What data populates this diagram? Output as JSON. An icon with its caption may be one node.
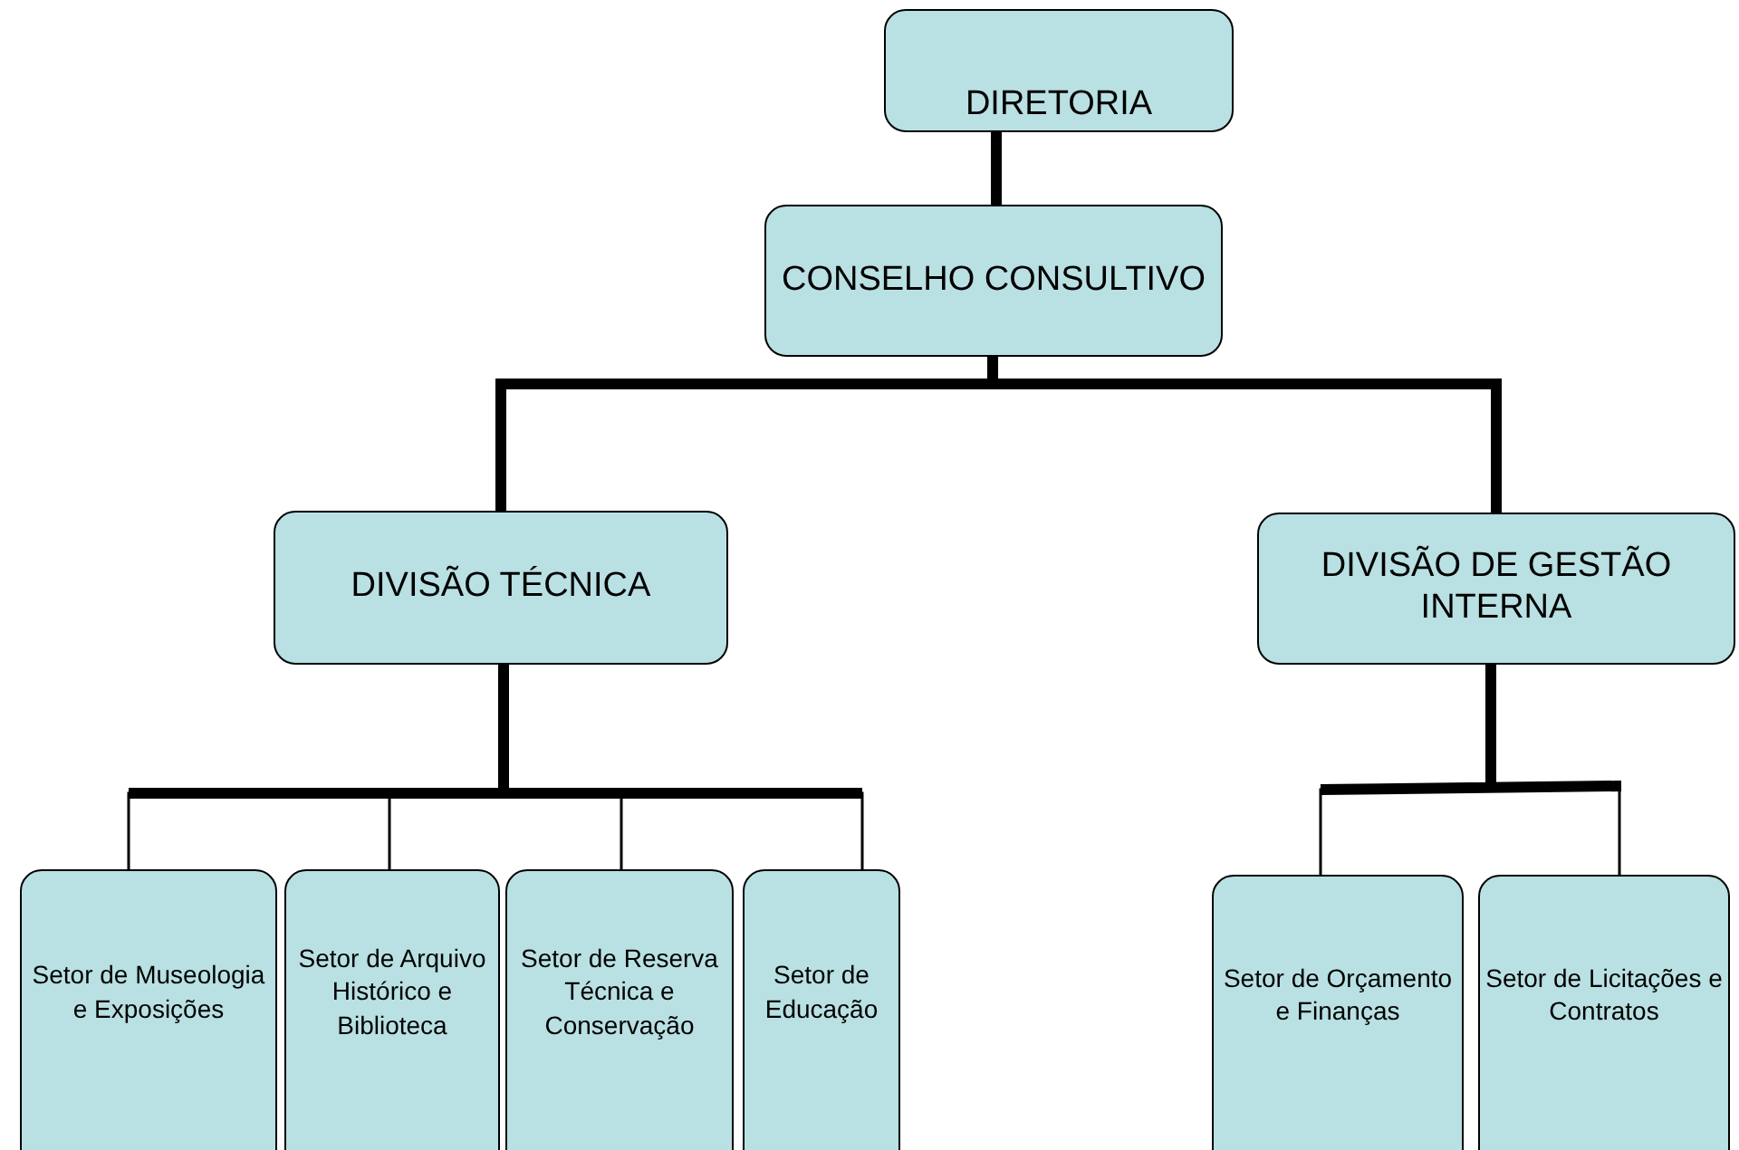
{
  "diagram": {
    "nodes": [
      {
        "text": [
          "DIRETORIA"
        ]
      },
      {
        "text": [
          "CONSELHO CONSULTIVO"
        ]
      },
      {
        "text": [
          "DIVISÃO TÉCNICA"
        ]
      },
      {
        "text": [
          "DIVISÃO DE GESTÃO INTERNA"
        ]
      },
      {
        "text": [
          "Setor de Museologia e Exposições"
        ]
      },
      {
        "text": [
          "Setor de Arquivo Histórico e Biblioteca"
        ]
      },
      {
        "text": [
          "Setor de Reserva Técnica e Conservação"
        ]
      },
      {
        "text": [
          "Setor de Educação"
        ]
      },
      {
        "text": [
          "Setor de Orçamento e Finanças"
        ]
      },
      {
        "text": [
          "Setor de Licitações e Contratos"
        ]
      }
    ],
    "edges": [
      {
        "from": 0,
        "to": 1,
        "arrow": "none",
        "style": "thick"
      },
      {
        "from": 1,
        "to": 2,
        "arrow": "none",
        "style": "thick"
      },
      {
        "from": 1,
        "to": 3,
        "arrow": "none",
        "style": "thick"
      },
      {
        "from": 2,
        "to": 4,
        "arrow": "none"
      },
      {
        "from": 2,
        "to": 5,
        "arrow": "none"
      },
      {
        "from": 2,
        "to": 6,
        "arrow": "none"
      },
      {
        "from": 2,
        "to": 7,
        "arrow": "none"
      },
      {
        "from": 3,
        "to": 8,
        "arrow": "none"
      },
      {
        "from": 3,
        "to": 9,
        "arrow": "none"
      }
    ]
  }
}
